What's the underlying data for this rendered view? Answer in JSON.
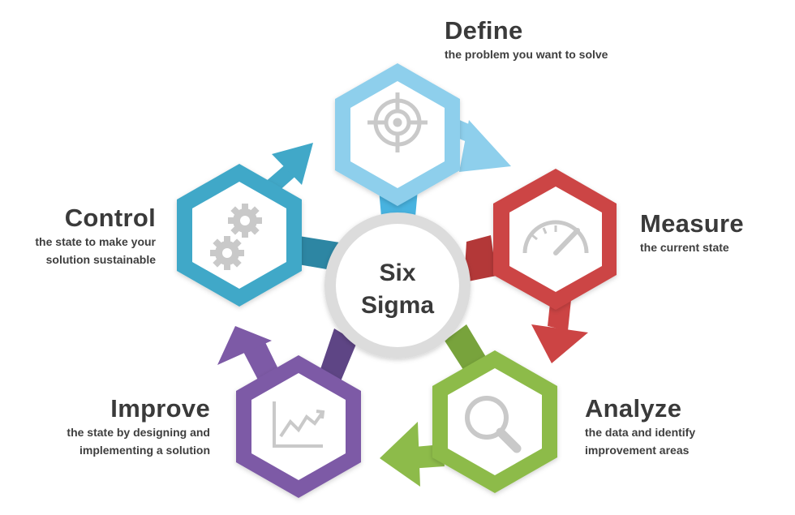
{
  "center": {
    "line1": "Six",
    "line2": "Sigma"
  },
  "steps": [
    {
      "id": "define",
      "title": "Define",
      "desc_lines": [
        "the problem you want to solve"
      ],
      "color": "#8ecfec",
      "icon": "target-icon"
    },
    {
      "id": "measure",
      "title": "Measure",
      "desc_lines": [
        "the current state"
      ],
      "color": "#cc4444",
      "icon": "gauge-icon"
    },
    {
      "id": "analyze",
      "title": "Analyze",
      "desc_lines": [
        "the data and identify",
        "improvement areas"
      ],
      "color": "#8dbb4a",
      "icon": "magnifier-icon"
    },
    {
      "id": "improve",
      "title": "Improve",
      "desc_lines": [
        "the state by designing and",
        "implementing a solution"
      ],
      "color": "#7d5aa6",
      "icon": "line-chart-icon"
    },
    {
      "id": "control",
      "title": "Control",
      "desc_lines": [
        "the state to make your",
        "solution sustainable"
      ],
      "color": "#41a8c8",
      "icon": "gears-icon"
    }
  ],
  "icon_color": "#c9c9c9"
}
